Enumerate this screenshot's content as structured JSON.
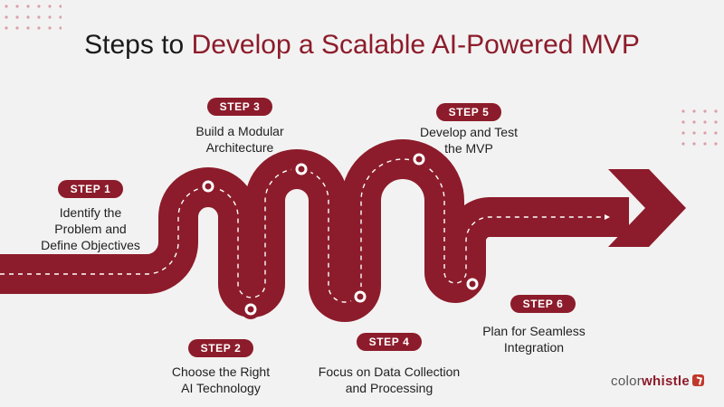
{
  "title": {
    "lead": "Steps to ",
    "accent": "Develop a Scalable AI-Powered MVP"
  },
  "steps": [
    {
      "label": "STEP 1",
      "text_lines": [
        "Identify the",
        "Problem and",
        "Define Objectives"
      ]
    },
    {
      "label": "STEP 2",
      "text_lines": [
        "Choose the Right",
        "AI Technology"
      ]
    },
    {
      "label": "STEP 3",
      "text_lines": [
        "Build a Modular",
        "Architecture"
      ]
    },
    {
      "label": "STEP 4",
      "text_lines": [
        "Focus on Data Collection",
        "and Processing"
      ]
    },
    {
      "label": "STEP 5",
      "text_lines": [
        "Develop and Test",
        "the MVP"
      ]
    },
    {
      "label": "STEP 6",
      "text_lines": [
        "Plan for Seamless",
        "Integration"
      ]
    }
  ],
  "brand": {
    "part1": "color",
    "part2": "whistle"
  },
  "colors": {
    "accent": "#8c1c2b",
    "background": "#f3f2f2",
    "text": "#1f1f1f"
  }
}
